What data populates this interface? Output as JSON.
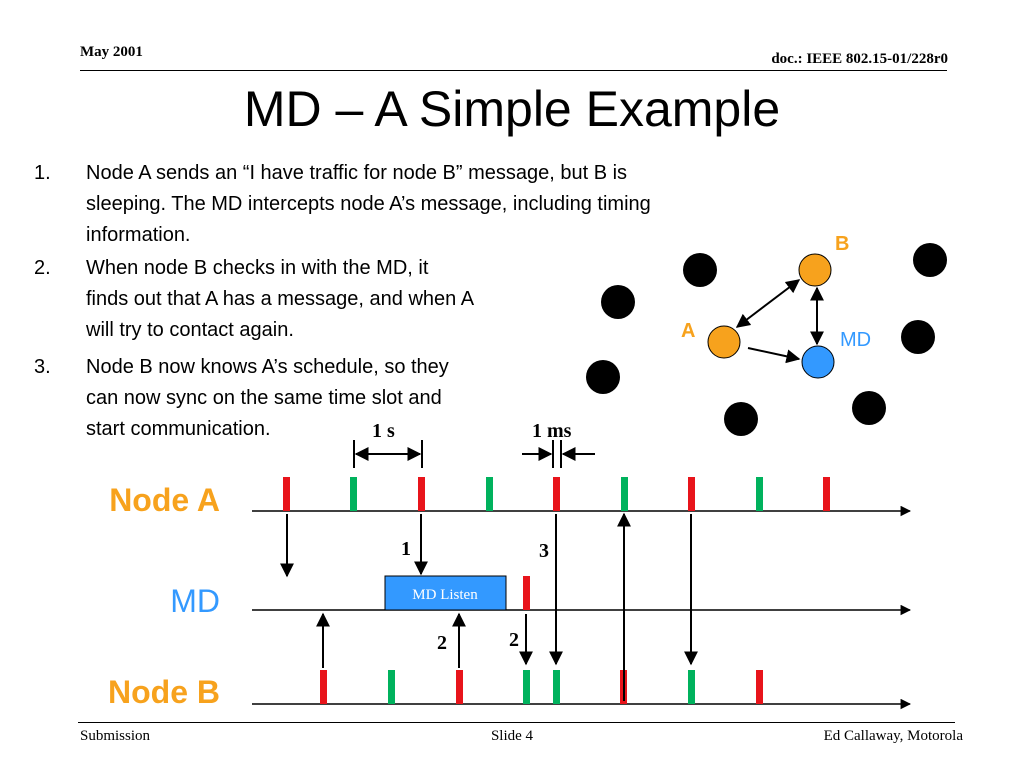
{
  "header": {
    "date": "May 2001",
    "doc_id": "doc.: IEEE 802.15-01/228r0"
  },
  "title": "MD – A Simple Example",
  "steps": [
    {
      "number": "1.",
      "lines": [
        "Node A sends an “I have traffic for node B” message, but B is",
        "sleeping.  The MD intercepts node A’s message, including timing",
        "information."
      ]
    },
    {
      "number": "2.",
      "lines": [
        "When node B checks in with the MD, it",
        "finds out that A has a message, and when A",
        "will try to contact again."
      ]
    },
    {
      "number": "3.",
      "lines": [
        "Node B now knows A’s schedule, so they",
        "can now sync on the same time slot and",
        "start communication."
      ]
    }
  ],
  "network": {
    "labels": {
      "a": "A",
      "b": "B",
      "md": "MD"
    },
    "colors": {
      "node_a": "#F7A21D",
      "node_b": "#F7A21D",
      "md": "#3399FF",
      "other": "#000000",
      "label": "#F7A21D",
      "md_label": "#3399FF"
    }
  },
  "timing": {
    "interval_labels": {
      "one_s": "1 s",
      "one_ms": "1 ms"
    },
    "row_labels": {
      "node_a": "Node A",
      "md": "MD",
      "node_b": "Node B"
    },
    "step_labels": {
      "s1": "1",
      "s2a": "2",
      "s2b": "2",
      "s3": "3"
    },
    "md_listen": "MD Listen",
    "colors": {
      "red": "#E8141B",
      "green": "#00B25D",
      "md_listen_box": "#3399FF",
      "row_label": "#F7A21D",
      "md_row_label": "#3399FF"
    }
  },
  "footer": {
    "left": "Submission",
    "center": "Slide 4",
    "right": "Ed Callaway, Motorola"
  }
}
